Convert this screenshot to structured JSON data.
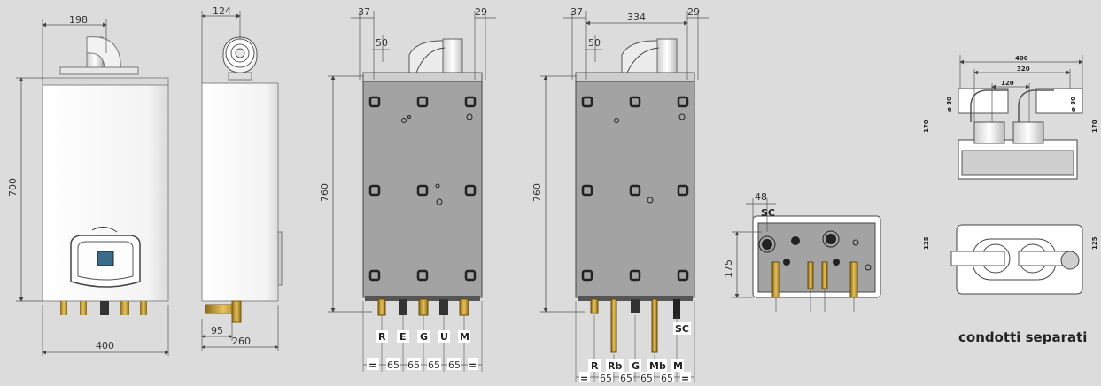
{
  "view1": {
    "width_top": "198",
    "height": "700",
    "width_bottom": "400"
  },
  "view2": {
    "top": "124",
    "offset": "95",
    "depth": "260"
  },
  "view3": {
    "left": "37",
    "right": "29",
    "inner": "50",
    "height": "760",
    "connections": [
      "R",
      "E",
      "G",
      "U",
      "M"
    ],
    "spacings": [
      "=",
      "65",
      "65",
      "65",
      "65",
      "="
    ]
  },
  "view4": {
    "left": "37",
    "mid": "334",
    "right": "29",
    "inner": "50",
    "height": "760",
    "connections": [
      "R",
      "Rb",
      "G",
      "Mb",
      "M"
    ],
    "sc": "SC",
    "spacings": [
      "=",
      "65",
      "65",
      "65",
      "65",
      "="
    ]
  },
  "view5": {
    "top": "48",
    "sc": "SC",
    "height": "175"
  },
  "view6": {
    "w400": "400",
    "w320": "320",
    "w120": "120",
    "d80a": "ø 80",
    "d80b": "ø 80",
    "h170a": "170",
    "h170b": "170",
    "h125a": "125",
    "h125b": "125",
    "caption": "condotti separati"
  }
}
